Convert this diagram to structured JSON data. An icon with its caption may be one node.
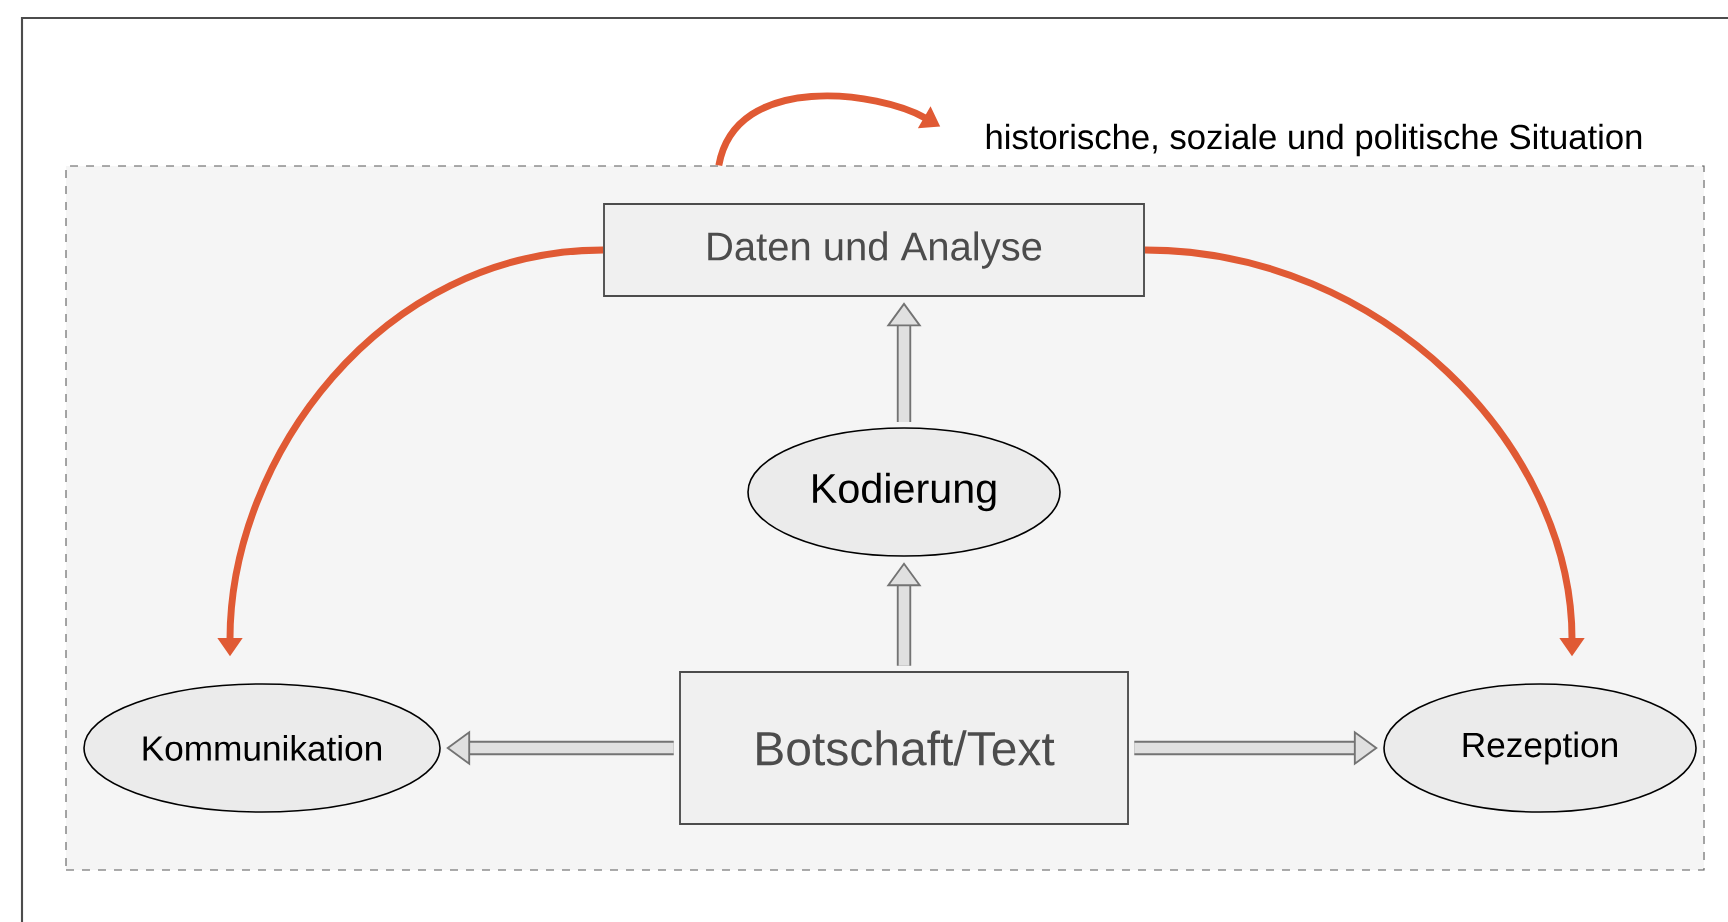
{
  "diagram": {
    "nodes": [
      {
        "text": [],
        "shape": "box"
      },
      {
        "text": [
          "Daten und Analyse"
        ],
        "in": 0
      },
      {
        "text": [
          "Kodierung"
        ],
        "in": 0
      },
      {
        "text": [
          "Botschaft/Text"
        ],
        "in": 0
      },
      {
        "text": [
          "Kommunikation"
        ],
        "in": 0
      },
      {
        "text": [
          "Rezeption"
        ],
        "in": 0
      },
      {
        "text": [
          "historische, soziale und politische Situation"
        ]
      }
    ],
    "edges": [
      {
        "from": 3,
        "to": 2,
        "arrow": "to"
      },
      {
        "from": 2,
        "to": 1,
        "arrow": "to"
      },
      {
        "from": 3,
        "to": 4,
        "arrow": "to"
      },
      {
        "from": 3,
        "to": 5,
        "arrow": "to"
      },
      {
        "from": 1,
        "to": 4,
        "arrow": "to",
        "color": "#e05a34"
      },
      {
        "from": 1,
        "to": 5,
        "arrow": "to",
        "color": "#e05a34"
      },
      {
        "from": 0,
        "to": 6,
        "arrow": "to",
        "color": "#e05a34"
      }
    ]
  }
}
